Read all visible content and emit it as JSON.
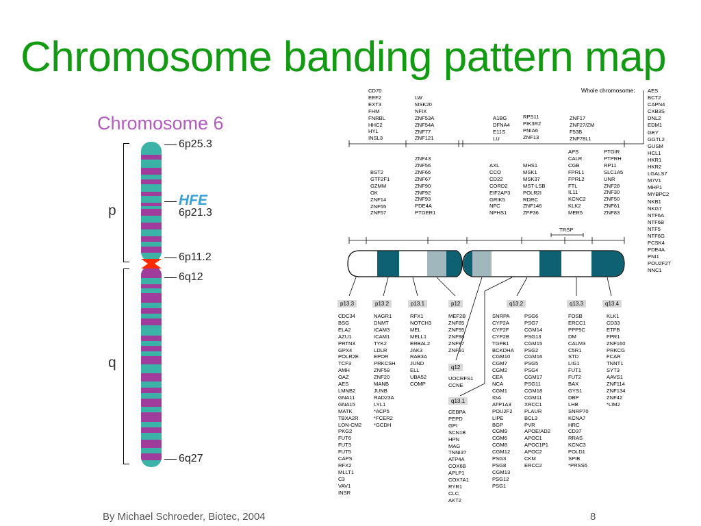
{
  "slide": {
    "title": "Chromosome banding pattern map",
    "footer": "By Michael Schroeder, Biotec, 2004",
    "page_number": "8"
  },
  "left_figure": {
    "heading": "Chromosome 6",
    "arm_p": "p",
    "arm_q": "q",
    "gene_highlight": "HFE",
    "labels": [
      "6p25.3",
      "6p21.3",
      "6p11.2",
      "6q12",
      "6q27"
    ],
    "colors": {
      "teal": "#3bb3a6",
      "purple": "#a03c9c",
      "centromere": "#ff2a00",
      "heading": "#b25bbf",
      "hfe": "#3aa0d8"
    }
  },
  "right_figure": {
    "whole_chromosome_label": "Whole chromosome:",
    "whole_chromosome_genes": [
      "AES",
      "BCT2",
      "CAPN4",
      "CXB3S",
      "DNL2",
      "EDM1",
      "GEY",
      "GGTL2",
      "GUSM",
      "HCL1",
      "HKR1",
      "HKR2",
      "LGALS7",
      "M7V1",
      "MHP1",
      "MYBPC2",
      "NKB1",
      "NKG7",
      "NTF6A",
      "NTF6B",
      "NTF5",
      "NTF6G",
      "PCSK4",
      "PDE4A",
      "PNI1",
      "POU2F2T",
      "NNC1"
    ],
    "top_gene_groups": [
      [
        "CD70",
        "EEF2",
        "EXT3",
        "FHM",
        "FNRBL",
        "HHC2",
        "HYL",
        "INSL3"
      ],
      [
        "LW",
        "MSK20",
        "NFIX",
        "ZNF53A",
        "ZNF54A",
        "ZNF77",
        "ZNF121"
      ],
      [
        "A1BG",
        "DFNA4",
        "E11S",
        "LU"
      ],
      [
        "RPS11",
        "PIK3R2",
        "PNIA6",
        "ZNF13"
      ],
      [
        "ZNF17",
        "ZNF27/ZM",
        "F53B",
        "ZNF78L1"
      ]
    ],
    "mid_gene_groups": [
      [
        "BST2",
        "GTF2F1",
        "GZMM",
        "OK",
        "ZNF14",
        "ZNF55",
        "ZNF57"
      ],
      [
        "ZNF43",
        "ZNF56",
        "ZNF66",
        "ZNF67",
        "ZNF90",
        "ZNF92",
        "ZNF93",
        "PDE4A",
        "PTGER1"
      ],
      [
        "AXL",
        "CCO",
        "CD22",
        "CORD2",
        "EIF2AP3",
        "GRIK5",
        "NFC",
        "NPHS1"
      ],
      [
        "MHS1",
        "MSK1",
        "MSK37",
        "MST-LSB",
        "POLR2I",
        "RDRC",
        "ZNF146",
        "ZFP36"
      ],
      [
        "APS",
        "CALR",
        "CGB",
        "FPRL1",
        "FPRL2",
        "FTL",
        "IL11",
        "KCNC2",
        "KLK2",
        "MER5"
      ],
      [
        "PTGIR",
        "PTPRH",
        "RP11",
        "SLC1A5",
        "UNR",
        "ZNF28",
        "ZNF30",
        "ZNF50",
        "ZNF61",
        "ZNF83"
      ]
    ],
    "trsp_label": "TRSP",
    "bands": [
      {
        "name": "p13.3",
        "genes": [
          "CDC34",
          "BSG",
          "ELA2",
          "AZU1",
          "PRTN3",
          "GPX4",
          "POLR2E",
          "TCF3",
          "AMH",
          "OAZ",
          "AES",
          "LMNB2",
          "GNA11",
          "GNA15",
          "MATK",
          "TBXA2R",
          "LON-CM2",
          "PKG2",
          "FUT6",
          "FUT3",
          "FUT5",
          "CAPS",
          "RFX2",
          "MLLT1",
          "C3",
          "VAV1",
          "INSR"
        ]
      },
      {
        "name": "p13.2",
        "genes": [
          "NAGR1",
          "DNMT",
          "ICAM3",
          "ICAM1",
          "TYK2",
          "LDLR",
          "EPOR",
          "PRKCSH",
          "ZNF58",
          "ZNF20",
          "MANB",
          "JUNB",
          "RAD23A",
          "LYL1",
          "*ACP5",
          "*FCER2",
          "*GCDH"
        ]
      },
      {
        "name": "p13.1",
        "genes": [
          "RFX1",
          "NOTCH3",
          "MEL",
          "MELL1",
          "ERBAL2",
          "JAK3",
          "RAB3A",
          "JUND",
          "ELL",
          "UBA52",
          "COMP"
        ]
      },
      {
        "name": "p12",
        "genes": [
          "MEF2B",
          "ZNF85",
          "ZNF95",
          "ZNF98",
          "ZNF97",
          "ZNF91"
        ]
      },
      {
        "name": "q12",
        "genes": [
          "UOCRFS1",
          "CCNE"
        ]
      },
      {
        "name": "q13.1",
        "genes": [
          "CEBPA",
          "PEPD",
          "GPI",
          "SCN1B",
          "HPN",
          "MAG",
          "TNNI3?",
          "ATP4A",
          "COX6B",
          "APLP1",
          "COX7A1",
          "RYR1",
          "CLC",
          "AKT2"
        ]
      },
      {
        "name": "q13.2",
        "genes": [
          "SNRPA",
          "CYP2A",
          "CYP2F",
          "CYP2B",
          "TGFB1",
          "BCKDHA",
          "CGM10",
          "CGM7",
          "CGM2",
          "CEA",
          "NCA",
          "CGM1",
          "IGA",
          "ATP1A3",
          "POU2F2",
          "LIPE",
          "BGP",
          "CGM9",
          "CGM6",
          "CGM8",
          "CGM12",
          "PSG3",
          "PSG8",
          "CGM13",
          "PSG12",
          "PSG1"
        ],
        "genes_b": [
          "PSG6",
          "PSG7",
          "CGM14",
          "PSG13",
          "CGM15",
          "PSG2",
          "CGM16",
          "PSG5",
          "PSG4",
          "CGM17",
          "PSG11",
          "CGM18",
          "CGM11",
          "XRCC1",
          "PLAUR",
          "BCL3",
          "PVR",
          "APOE/AD2",
          "APOC1",
          "APOC1P1",
          "APOC2",
          "CKM",
          "ERCC2"
        ]
      },
      {
        "name": "q13.3",
        "genes": [
          "FOSB",
          "ERCC1",
          "PPP5C",
          "DM",
          "CALM3",
          "C5R1",
          "STD",
          "LIG1",
          "FUT1",
          "FUT2",
          "BAX",
          "GYS1",
          "DBP",
          "LHB",
          "SNRP70",
          "KCNA7",
          "HRC",
          "CD37",
          "RRAS",
          "KCNC3",
          "POLD1",
          "SPIB",
          "*PRSS6"
        ]
      },
      {
        "name": "q13.4",
        "genes": [
          "KLK1",
          "CD33",
          "ETFB",
          "FPR1",
          "ZNF160",
          "PRKCG",
          "FCAR",
          "TNNT1",
          "SYT3",
          "AAVS1",
          "ZNF114",
          "ZNF134",
          "ZNF42",
          "*LIM2"
        ]
      }
    ],
    "colors": {
      "dark_band": "#0e6170",
      "light_band": "#9fb7bd",
      "outline": "#000000"
    }
  }
}
